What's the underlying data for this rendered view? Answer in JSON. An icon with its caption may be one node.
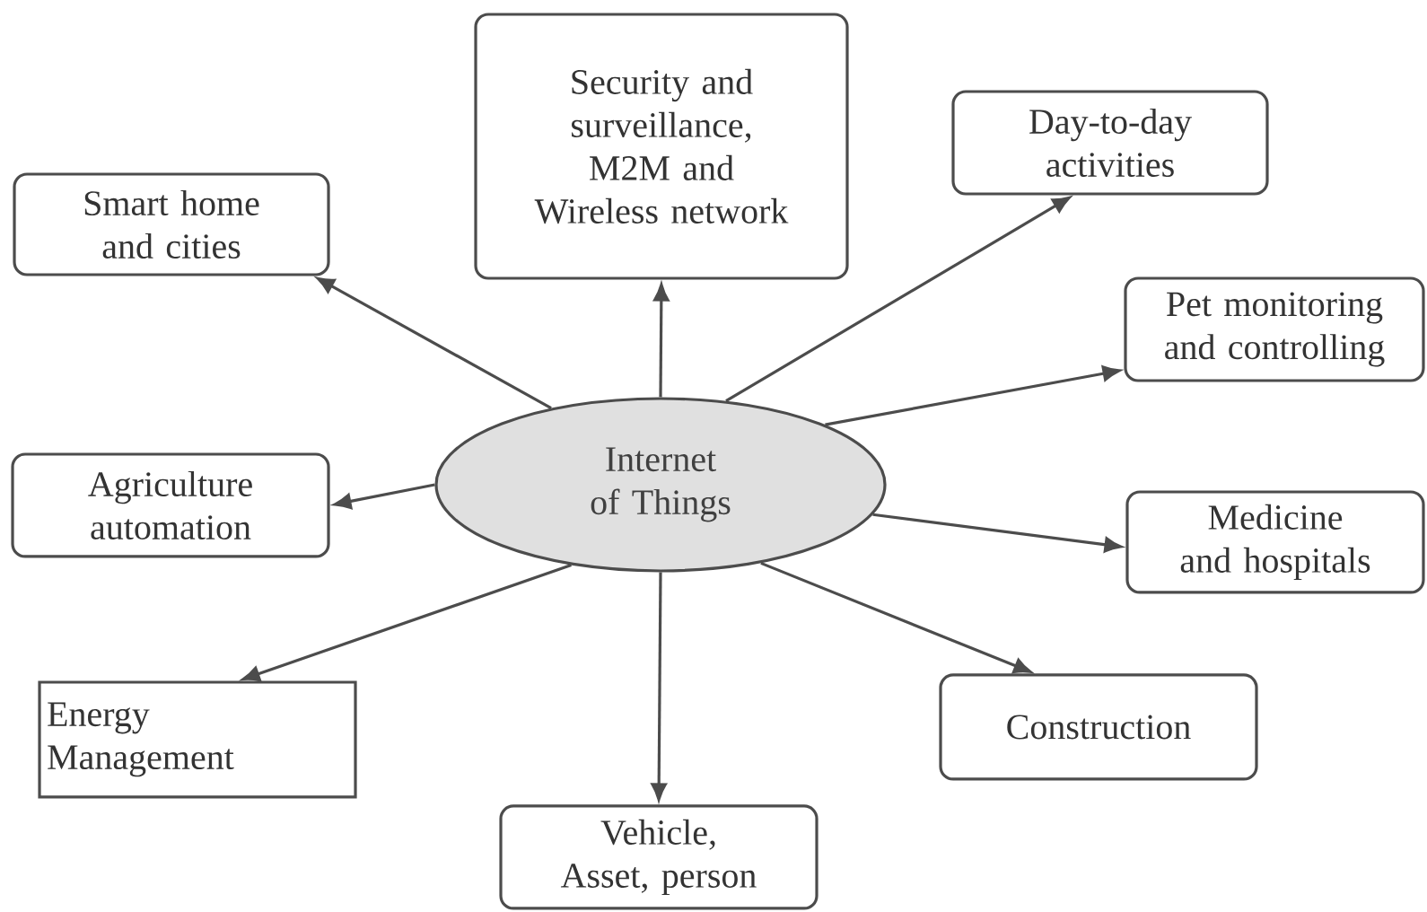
{
  "diagram": {
    "nodes": [
      {
        "text": [
          "Internet of Things"
        ]
      },
      {
        "text": [
          "Smart home and cities"
        ]
      },
      {
        "text": [
          "Security and surveillance, M2M and Wireless network"
        ]
      },
      {
        "text": [
          "Day-to-day activities"
        ]
      },
      {
        "text": [
          "Pet monitoring and controlling"
        ]
      },
      {
        "text": [
          "Agriculture automation"
        ]
      },
      {
        "text": [
          "Medicine and hospitals"
        ]
      },
      {
        "text": [
          "Energy Management"
        ]
      },
      {
        "text": [
          "Construction"
        ]
      },
      {
        "text": [
          "Vehicle, Asset, person"
        ]
      }
    ],
    "edges": [
      {
        "from": 0,
        "to": 1,
        "arrow": "to"
      },
      {
        "from": 0,
        "to": 2,
        "arrow": "to"
      },
      {
        "from": 0,
        "to": 3,
        "arrow": "to"
      },
      {
        "from": 0,
        "to": 4,
        "arrow": "to"
      },
      {
        "from": 0,
        "to": 5,
        "arrow": "to"
      },
      {
        "from": 0,
        "to": 6,
        "arrow": "to"
      },
      {
        "from": 0,
        "to": 7,
        "arrow": "to"
      },
      {
        "from": 0,
        "to": 8,
        "arrow": "to"
      },
      {
        "from": 0,
        "to": 9,
        "arrow": "to"
      }
    ]
  }
}
